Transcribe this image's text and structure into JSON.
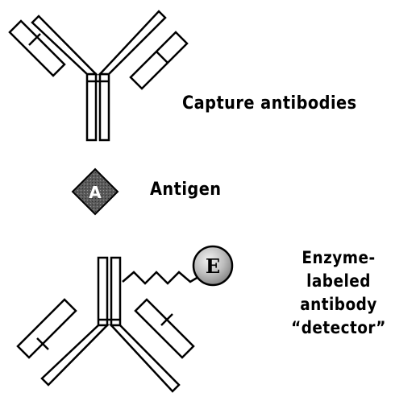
{
  "labels": {
    "capture": "Capture antibodies",
    "antigen": "Antigen",
    "detector_lines": [
      "Enzyme-labeled",
      "antibody",
      "“detector”"
    ]
  },
  "symbols": {
    "antigen_letter": "A",
    "enzyme_letter": "E"
  },
  "colors": {
    "stroke": "#000000",
    "antigen_fill": "#555555",
    "enzyme_fill": "#bdbdbd"
  }
}
